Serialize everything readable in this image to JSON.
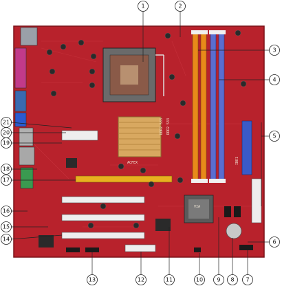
{
  "callouts": [
    "1",
    "2",
    "3",
    "4",
    "5",
    "6",
    "7",
    "8",
    "9",
    "10",
    "11",
    "12",
    "13",
    "14",
    "15",
    "16",
    "17",
    "18",
    "19",
    "20",
    "21"
  ],
  "board_labels": {
    "socket_marking": "ACFEX",
    "ram_marking_a": "DDR2 533",
    "ram_marking_b": "DDR2 533",
    "ide_marking": "IDE1",
    "chip_logo": "VIA"
  },
  "colors": {
    "pcb": "#b8222c",
    "pcb_dark": "#8e1820",
    "dimm_orange": "#e88a1a",
    "dimm_blue": "#5a6ed0",
    "agp_yellow": "#e8b020",
    "pci_white": "#eeeeee",
    "heatsink": "#d8a860",
    "callout_stroke": "#222222"
  }
}
